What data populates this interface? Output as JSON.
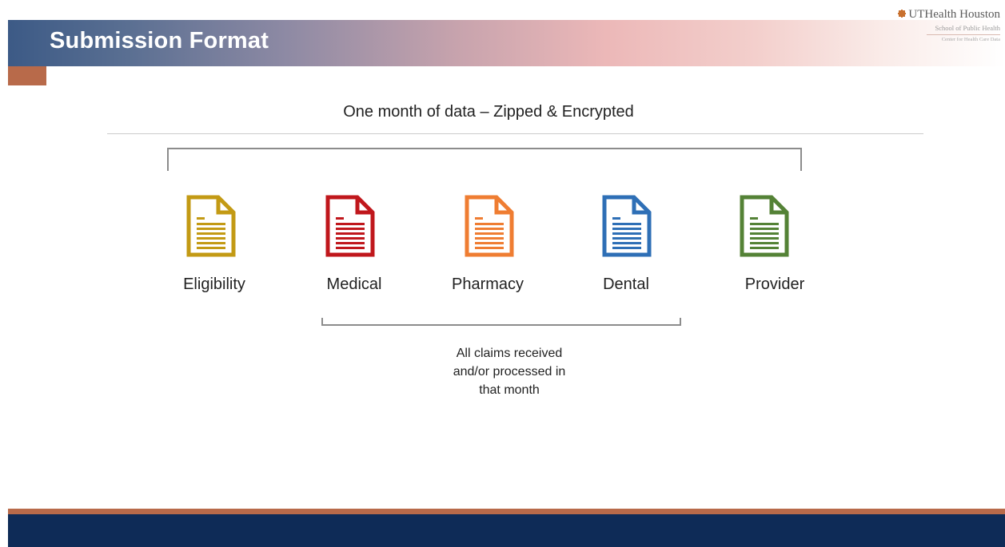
{
  "header": {
    "title": "Submission Format",
    "logo": {
      "name": "UTHealth Houston",
      "line1": "School of Public Health",
      "line2": "Center for Health Care Data"
    }
  },
  "main": {
    "headline": "One month of data – Zipped & Encrypted",
    "files": [
      {
        "label": "Eligibility",
        "icon": "document-icon",
        "color": "#c39a14"
      },
      {
        "label": "Medical",
        "icon": "document-icon",
        "color": "#c0171c"
      },
      {
        "label": "Pharmacy",
        "icon": "document-icon",
        "color": "#ef7d32"
      },
      {
        "label": "Dental",
        "icon": "document-icon",
        "color": "#2e6fb6"
      },
      {
        "label": "Provider",
        "icon": "document-icon",
        "color": "#548236"
      }
    ],
    "claims_note_lines": [
      "All claims received",
      "and/or processed in",
      "that month"
    ]
  },
  "colors": {
    "header_start": "#3c5a86",
    "accent": "#b86a4a",
    "footer": "#0e2b57"
  }
}
